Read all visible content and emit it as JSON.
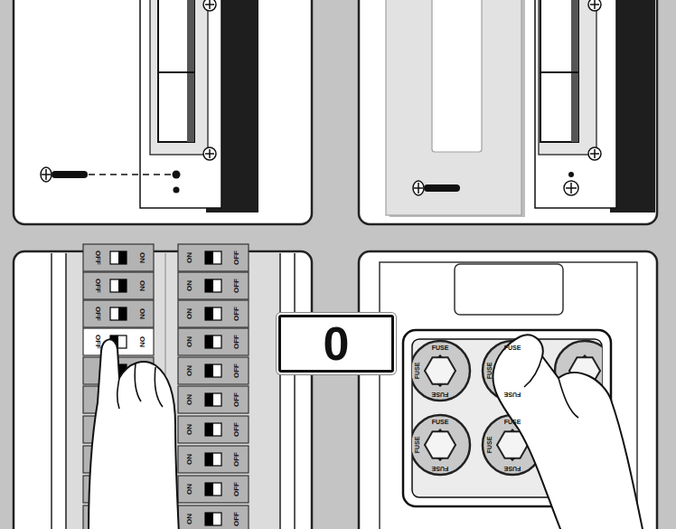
{
  "diagram": {
    "nodes": [
      {
        "text": [
          "0"
        ]
      }
    ],
    "labels": [
      "OFF",
      "ON",
      "OFF",
      "ON",
      "OFF",
      "ON",
      "OFF",
      "ON",
      "ON",
      "OFF",
      "ON",
      "OFF",
      "ON",
      "OFF",
      "ON",
      "OFF",
      "ON",
      "OFF",
      "ON",
      "OFF",
      "ON",
      "OFF",
      "ON",
      "OFF",
      "ON",
      "OFF",
      "ON",
      "OFF",
      "FUSE",
      "FUSE",
      "FUSE",
      "FUSE",
      "FUSE",
      "FUSE",
      "FUSE",
      "FUSE",
      "FUSE",
      "FUSE",
      "FUSE",
      "FUSE"
    ]
  }
}
